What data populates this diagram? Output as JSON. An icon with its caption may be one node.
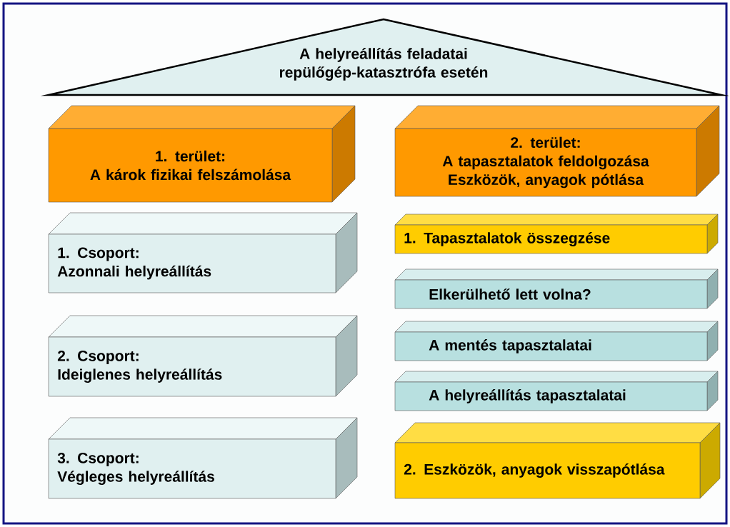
{
  "diagram": {
    "nodes": [
      {
        "text": [
          "A helyreállítás feladatai repülőgép-katasztrófa esetén"
        ]
      },
      {
        "text": [
          "1.  terület:",
          "A károk fizikai felszámolása"
        ]
      },
      {
        "text": [
          "1.  Csoport:",
          "Azonnali helyreállítás"
        ]
      },
      {
        "text": [
          "2. Csoport:",
          "Ideiglenes helyreállítás"
        ]
      },
      {
        "text": [
          "3. Csoport:",
          "Végleges helyreállítás"
        ]
      },
      {
        "text": [
          "2. terület:",
          "A tapasztalatok feldolgozása",
          "Eszközök, anyagok pótlása"
        ]
      },
      {
        "text": [
          "1.  Tapasztalatok összegzése"
        ]
      },
      {
        "text": [
          "Elkerülhető lett volna?"
        ]
      },
      {
        "text": [
          "A mentés tapasztalatai"
        ]
      },
      {
        "text": [
          "A helyreállítás tapasztalatai"
        ]
      },
      {
        "text": [
          "2. Eszközök, anyagok visszapótlása"
        ]
      }
    ]
  }
}
